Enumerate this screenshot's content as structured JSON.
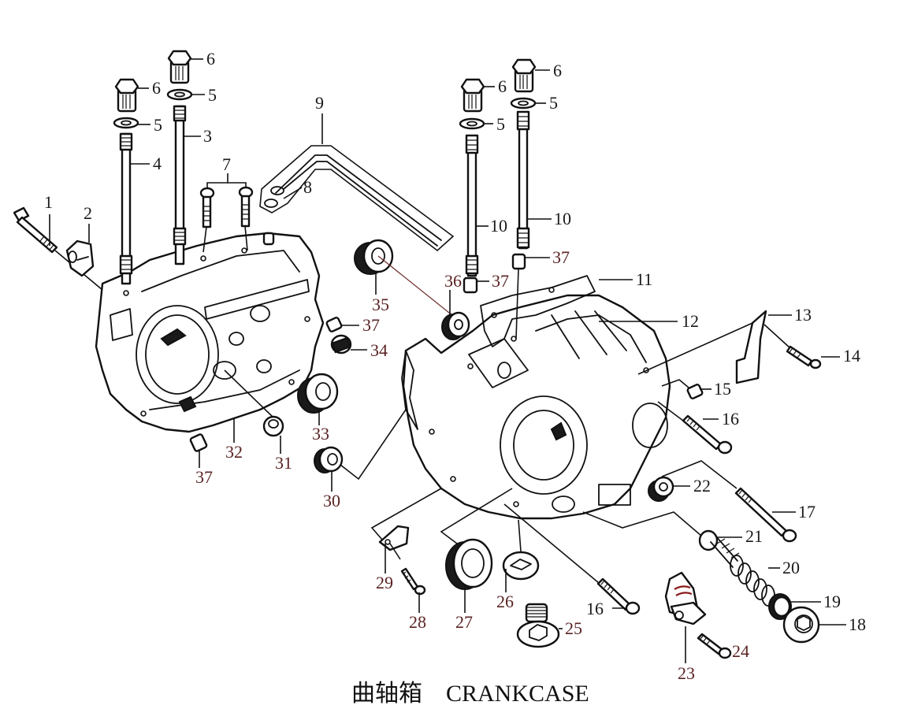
{
  "diagram": {
    "title_cn": "曲轴箱",
    "title_en": "CRANKCASE",
    "colors": {
      "line": "#111111",
      "label_black": "#1a1a1a",
      "label_maroon": "#5a2323",
      "highlight_red": "#8b1a1a",
      "background": "#ffffff"
    },
    "callouts": [
      {
        "id": "c1",
        "label": "1",
        "tone": "black"
      },
      {
        "id": "c2",
        "label": "2",
        "tone": "black"
      },
      {
        "id": "c3",
        "label": "3",
        "tone": "black"
      },
      {
        "id": "c4",
        "label": "4",
        "tone": "black"
      },
      {
        "id": "c5a",
        "label": "5",
        "tone": "black"
      },
      {
        "id": "c5b",
        "label": "5",
        "tone": "black"
      },
      {
        "id": "c5c",
        "label": "5",
        "tone": "black"
      },
      {
        "id": "c5d",
        "label": "5",
        "tone": "black"
      },
      {
        "id": "c6a",
        "label": "6",
        "tone": "black"
      },
      {
        "id": "c6b",
        "label": "6",
        "tone": "black"
      },
      {
        "id": "c6c",
        "label": "6",
        "tone": "black"
      },
      {
        "id": "c6d",
        "label": "6",
        "tone": "black"
      },
      {
        "id": "c7",
        "label": "7",
        "tone": "black"
      },
      {
        "id": "c8",
        "label": "8",
        "tone": "black"
      },
      {
        "id": "c9",
        "label": "9",
        "tone": "black"
      },
      {
        "id": "c10a",
        "label": "10",
        "tone": "black"
      },
      {
        "id": "c10b",
        "label": "10",
        "tone": "black"
      },
      {
        "id": "c11",
        "label": "11",
        "tone": "black"
      },
      {
        "id": "c12",
        "label": "12",
        "tone": "black"
      },
      {
        "id": "c13",
        "label": "13",
        "tone": "black"
      },
      {
        "id": "c14",
        "label": "14",
        "tone": "black"
      },
      {
        "id": "c15",
        "label": "15",
        "tone": "black"
      },
      {
        "id": "c16a",
        "label": "16",
        "tone": "black"
      },
      {
        "id": "c16b",
        "label": "16",
        "tone": "black"
      },
      {
        "id": "c17",
        "label": "17",
        "tone": "black"
      },
      {
        "id": "c18",
        "label": "18",
        "tone": "black"
      },
      {
        "id": "c19",
        "label": "19",
        "tone": "black"
      },
      {
        "id": "c20",
        "label": "20",
        "tone": "black"
      },
      {
        "id": "c21",
        "label": "21",
        "tone": "black"
      },
      {
        "id": "c22",
        "label": "22",
        "tone": "black"
      },
      {
        "id": "c23",
        "label": "23",
        "tone": "maroon"
      },
      {
        "id": "c24",
        "label": "24",
        "tone": "maroon"
      },
      {
        "id": "c25",
        "label": "25",
        "tone": "maroon"
      },
      {
        "id": "c26",
        "label": "26",
        "tone": "maroon"
      },
      {
        "id": "c27",
        "label": "27",
        "tone": "maroon"
      },
      {
        "id": "c28",
        "label": "28",
        "tone": "maroon"
      },
      {
        "id": "c29",
        "label": "29",
        "tone": "maroon"
      },
      {
        "id": "c30",
        "label": "30",
        "tone": "maroon"
      },
      {
        "id": "c31",
        "label": "31",
        "tone": "maroon"
      },
      {
        "id": "c32",
        "label": "32",
        "tone": "maroon"
      },
      {
        "id": "c33",
        "label": "33",
        "tone": "maroon"
      },
      {
        "id": "c34",
        "label": "34",
        "tone": "maroon"
      },
      {
        "id": "c35",
        "label": "35",
        "tone": "maroon"
      },
      {
        "id": "c36",
        "label": "36",
        "tone": "maroon"
      },
      {
        "id": "c37a",
        "label": "37",
        "tone": "maroon"
      },
      {
        "id": "c37b",
        "label": "37",
        "tone": "maroon"
      },
      {
        "id": "c37c",
        "label": "37",
        "tone": "maroon"
      },
      {
        "id": "c37d",
        "label": "37",
        "tone": "maroon"
      }
    ]
  }
}
